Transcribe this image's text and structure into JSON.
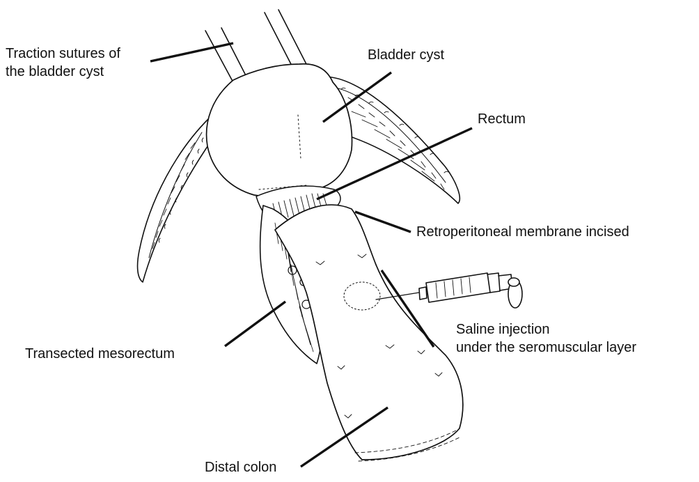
{
  "labels": {
    "traction_sutures": {
      "line1": "Traction sutures of",
      "line2": "the bladder cyst"
    },
    "bladder_cyst": "Bladder cyst",
    "rectum": "Rectum",
    "retroperitoneal": "Retroperitoneal membrane incised",
    "saline": {
      "line1": "Saline injection",
      "line2": "under the seromuscular layer"
    },
    "mesorectum": "Transected mesorectum",
    "distal_colon": "Distal colon"
  },
  "colors": {
    "ink": "#111111",
    "background": "#ffffff"
  }
}
